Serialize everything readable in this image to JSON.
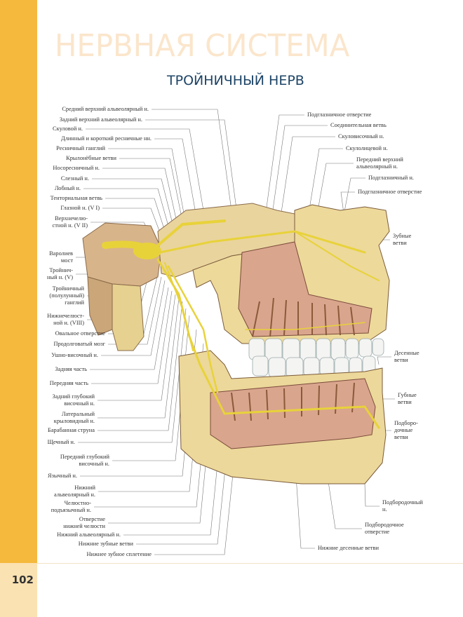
{
  "page": {
    "section_title": "НЕРВНАЯ СИСТЕМА",
    "title": "ТРОЙНИЧНЫЙ НЕРВ",
    "page_number": "102",
    "accent_color": "#f4b93d",
    "title_color": "#1d4466"
  },
  "labels_left": [
    "Средний верхний альвеолярный н.",
    "Задний верхний альвеолярный н.",
    "Скуловой н.",
    "Длинный и короткий ресничные нн.",
    "Ресничный ганглий",
    "Крылонёбные ветви",
    "Носоресничный н.",
    "Слезный н.",
    "Лобный н.",
    "Тенториальная ветвь",
    "Глазной н. (V I)",
    "Верхнечелю-\nстной н. (V II)",
    "Варолиев\nмост",
    "Тройнич-\nный н. (V)",
    "Тройничный\n(полулунный)\nганглий",
    "Нижнечелюст-\nной н. (VIII)",
    "Овальное отверстие",
    "Продолговатый мозг",
    "Ушно-височный н.",
    "Задняя часть",
    "Передняя часть",
    "Задний глубокий\nвисочный н.",
    "Латеральный\nкрыловидный н.",
    "Барабанная струна",
    "Щечный н.",
    "Передний глубокий\nвисочный н.",
    "Язычный н.",
    "Нижний\nальвеолярный н.",
    "Челюстно-\nподъязычный н.",
    "Отверстие\nнижней челюсти",
    "Нижний альвеолярный н.",
    "Нижние зубные ветви",
    "Нижнее зубное сплетение"
  ],
  "labels_right": [
    "Подглазничное отверстие",
    "Соединительная ветвь",
    "Скуловисочный н.",
    "Скулолицевой н.",
    "Передний верхний\nальвеолярный н.",
    "Подглазничный н.",
    "Подглазничное отверстие",
    "Зубные\nветви",
    "Десенные\nветви",
    "Губные\nветви",
    "Подборо-\nдочные\nветви",
    "Подбородочный\nн.",
    "Подбородочное\nотверстие",
    "Нижние десенные ветви"
  ]
}
